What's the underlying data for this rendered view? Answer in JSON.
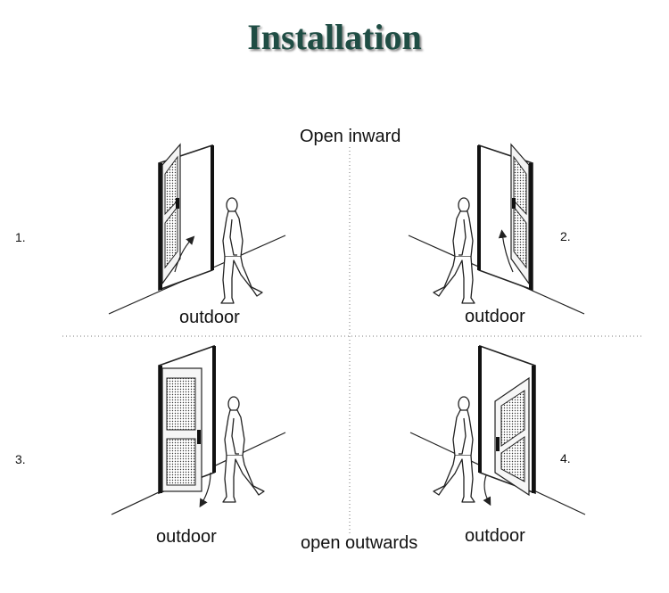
{
  "title": "Installation",
  "top_caption": "Open inward",
  "bottom_caption": "open outwards",
  "panels": [
    {
      "number": "1.",
      "label": "outdoor"
    },
    {
      "number": "2.",
      "label": "outdoor"
    },
    {
      "number": "3.",
      "label": "outdoor"
    },
    {
      "number": "4.",
      "label": "outdoor"
    }
  ]
}
